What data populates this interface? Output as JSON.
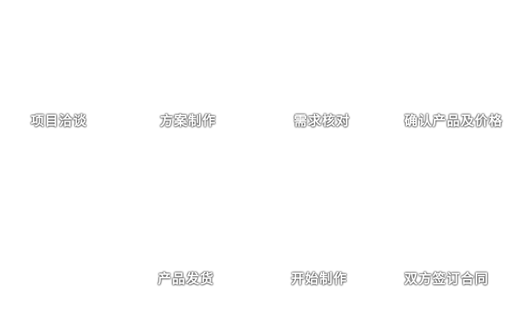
{
  "colors": {
    "background": "#ffffff",
    "label_text": "#ffffff"
  },
  "diagram": {
    "type": "process-flow",
    "top_row": [
      {
        "label": "项目洽谈"
      },
      {
        "label": "方案制作"
      },
      {
        "label": "需求核对"
      },
      {
        "label": "确认产品及价格"
      }
    ],
    "bottom_row": [
      {
        "label": "产品发货"
      },
      {
        "label": "开始制作"
      },
      {
        "label": "双方签订合同"
      }
    ]
  }
}
